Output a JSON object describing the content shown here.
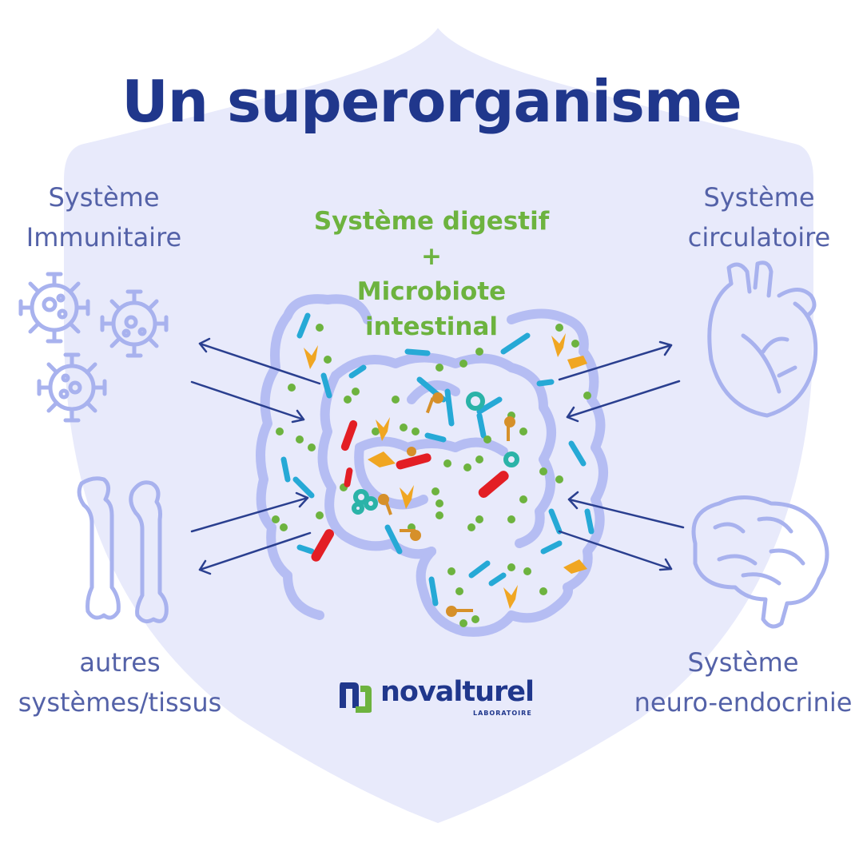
{
  "title": "Un superorganisme",
  "center": {
    "line1": "Système digestif",
    "line2": "+",
    "line3": "Microbiote",
    "line4": "intestinal"
  },
  "labels": {
    "immune": [
      "Système",
      "Immunitaire"
    ],
    "circulatory": [
      "Système",
      "circulatoire"
    ],
    "other": [
      "autres",
      "systèmes/tissus"
    ],
    "neuro": [
      "Système",
      "neuro-endocrinie"
    ]
  },
  "logo": {
    "name": "novalturel",
    "subtitle": "LABORATOIRE"
  },
  "colors": {
    "title": "#20378c",
    "center_text": "#6db33f",
    "side_text": "#5462a8",
    "shield": "#e8eafb",
    "icon_stroke": "#a8b2ee",
    "intestine": "#b5bdf3",
    "arrow": "#2a3f8f",
    "bacteria": [
      "#6db33f",
      "#26a9d6",
      "#f0a622",
      "#e31e24",
      "#d6902a",
      "#2bb3a8"
    ]
  },
  "icons": [
    "virus-icon",
    "heart-icon",
    "bone-icon",
    "brain-icon",
    "intestine-icon",
    "novalturel-logo-icon"
  ]
}
